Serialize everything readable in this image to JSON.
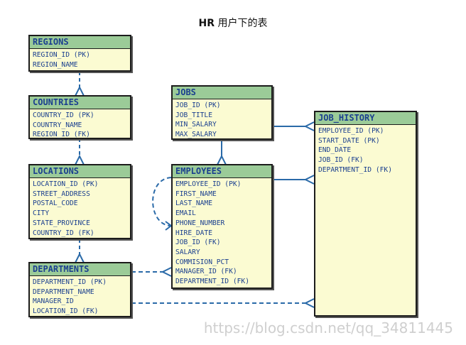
{
  "title": {
    "prefix": "HR",
    "rest": " 用户下的表"
  },
  "tables": {
    "regions": {
      "name": "REGIONS",
      "columns": [
        "REGION_ID (PK)",
        "REGION_NAME"
      ]
    },
    "countries": {
      "name": "COUNTRIES",
      "columns": [
        "COUNTRY_ID (PK)",
        "COUNTRY_NAME",
        "REGION_ID (FK)"
      ]
    },
    "locations": {
      "name": "LOCATIONS",
      "columns": [
        "LOCATION_ID (PK)",
        "STREET_ADDRESS",
        "POSTAL_CODE",
        "CITY",
        "STATE_PROVINCE",
        "COUNTRY_ID (FK)"
      ]
    },
    "departments": {
      "name": "DEPARTMENTS",
      "columns": [
        "DEPARTMENT_ID (PK)",
        "DEPARTMENT_NAME",
        "MANAGER_ID",
        "LOCATION_ID (FK)"
      ]
    },
    "jobs": {
      "name": "JOBS",
      "columns": [
        "JOB_ID (PK)",
        "JOB_TITLE",
        "MIN_SALARY",
        "MAX_SALARY"
      ]
    },
    "employees": {
      "name": "EMPLOYEES",
      "columns": [
        "EMPLOYEE_ID (PK)",
        "FIRST_NAME",
        "LAST_NAME",
        "EMAIL",
        "PHONE_NUMBER",
        "HIRE_DATE",
        "JOB_ID (FK)",
        "SALARY",
        "COMMISION_PCT",
        "MANAGER_ID (FK)",
        "DEPARTMENT_ID (FK)"
      ]
    },
    "job_history": {
      "name": "JOB_HISTORY",
      "columns": [
        "EMPLOYEE_ID (PK)",
        "START_DATE (PK)",
        "END_DATE",
        "JOB_ID (FK)",
        "DEPARTMENT_ID (FK)"
      ]
    }
  },
  "colors": {
    "header": "#9bcb98",
    "body": "#fbfbd2",
    "text": "#1a3f8f",
    "line": "#2a6aa8"
  },
  "watermark": "https://blog.csdn.net/qq_34811445"
}
